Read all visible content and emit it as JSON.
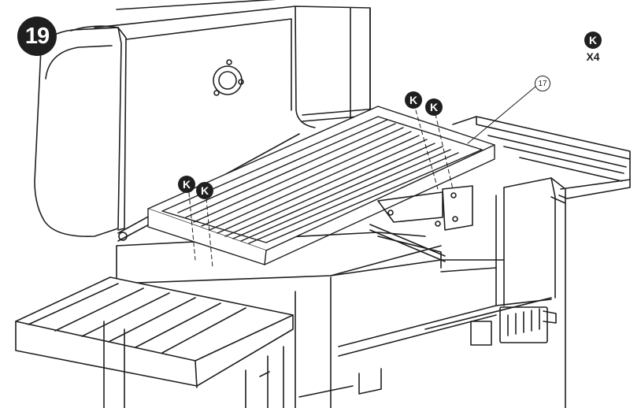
{
  "step": {
    "number": "19"
  },
  "hardware": {
    "letter": "K",
    "quantity": "X4"
  },
  "callout": {
    "part_number": "17"
  },
  "screw_markers": [
    "K",
    "K",
    "K",
    "K"
  ]
}
